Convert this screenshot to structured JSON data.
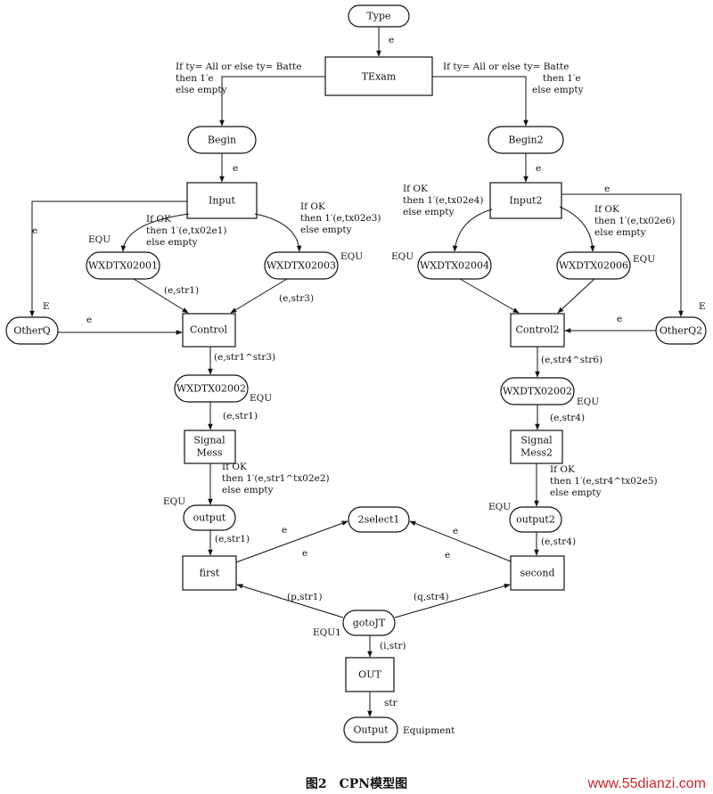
{
  "places": {
    "type": "Type",
    "begin": "Begin",
    "begin2": "Begin2",
    "wx1": "WXDTX02001",
    "wx3": "WXDTX02003",
    "wx4": "WXDTX02004",
    "wx6": "WXDTX02006",
    "otherq": "OtherQ",
    "otherq2": "OtherQ2",
    "wx2a": "WXDTX02002",
    "wx2b": "WXDTX02002",
    "output": "output",
    "output2": "output2",
    "select": "2select1",
    "goto": "gotoJT",
    "outputfinal": "Output"
  },
  "transitions": {
    "texam": "TExam",
    "input": "Input",
    "input2": "Input2",
    "control": "Control",
    "control2": "Control2",
    "signal": [
      "Signal",
      "Mess"
    ],
    "signal2": [
      "Signal",
      "Mess2"
    ],
    "first": "first",
    "second": "second",
    "out": "OUT"
  },
  "arcs": {
    "type_texam": "e",
    "texam_begin": [
      "If ty= All   or else ty= Batte",
      "then 1′e",
      "else empty"
    ],
    "texam_begin2": [
      "If ty= All   or else ty= Batte",
      "then 1′e",
      "else empty"
    ],
    "begin_input": "e",
    "begin2_input2": "e",
    "input_wx1": [
      "If OK",
      "then 1′(e,tx02e1)",
      "else empty"
    ],
    "input_wx3": [
      "If OK",
      "then 1′(e,tx02e3)",
      "else empty"
    ],
    "input2_wx4": [
      "If OK",
      "then 1′(e,tx02e4)",
      "else empty"
    ],
    "input2_wx6": [
      "If OK",
      "then 1′(e,tx02e6)",
      "else empty"
    ],
    "input_otherq": "e",
    "input2_otherq2": "e",
    "otherq_control": "e",
    "otherq2_control2": "e",
    "wx1_control": "(e,str1)",
    "wx3_control": "(e,str3)",
    "control_wx2": "(e,str1^str3)",
    "control2_wx2": "(e,str4^str6)",
    "wx2_signal": "(e,str1)",
    "wx2_signal2": "(e,str4)",
    "signal_output": [
      "If OK",
      "then 1′(e,str1^tx02e2)",
      "else empty"
    ],
    "signal2_output2": [
      "If OK",
      "then 1′(e,str4^tx02e5)",
      "else empty"
    ],
    "output_first": "(e,str1)",
    "output2_second": "(e,str4)",
    "first_select": "e",
    "select_first": "e",
    "second_select": "e",
    "select_second": "e",
    "goto_first": "(p,str1)",
    "goto_second": "(q,str4)",
    "goto_out": "(i,str)",
    "out_output": "str"
  },
  "colorsets": {
    "equ_wx1": "EQU",
    "equ_wx3": "EQU",
    "equ_wx4": "EQU",
    "equ_wx6": "EQU",
    "e_otherq": "E",
    "e_otherq2": "E",
    "equ_wx2a": "EQU",
    "equ_wx2b": "EQU",
    "equ_output": "EQU",
    "equ_output2": "EQU",
    "equ1_goto": "EQU1",
    "equipment": "Equipment"
  },
  "caption": "图2　CPN模型图",
  "watermark": "www.55dianzi.com",
  "colors": {
    "stroke": "#111111",
    "watermark": "#d0232a"
  }
}
